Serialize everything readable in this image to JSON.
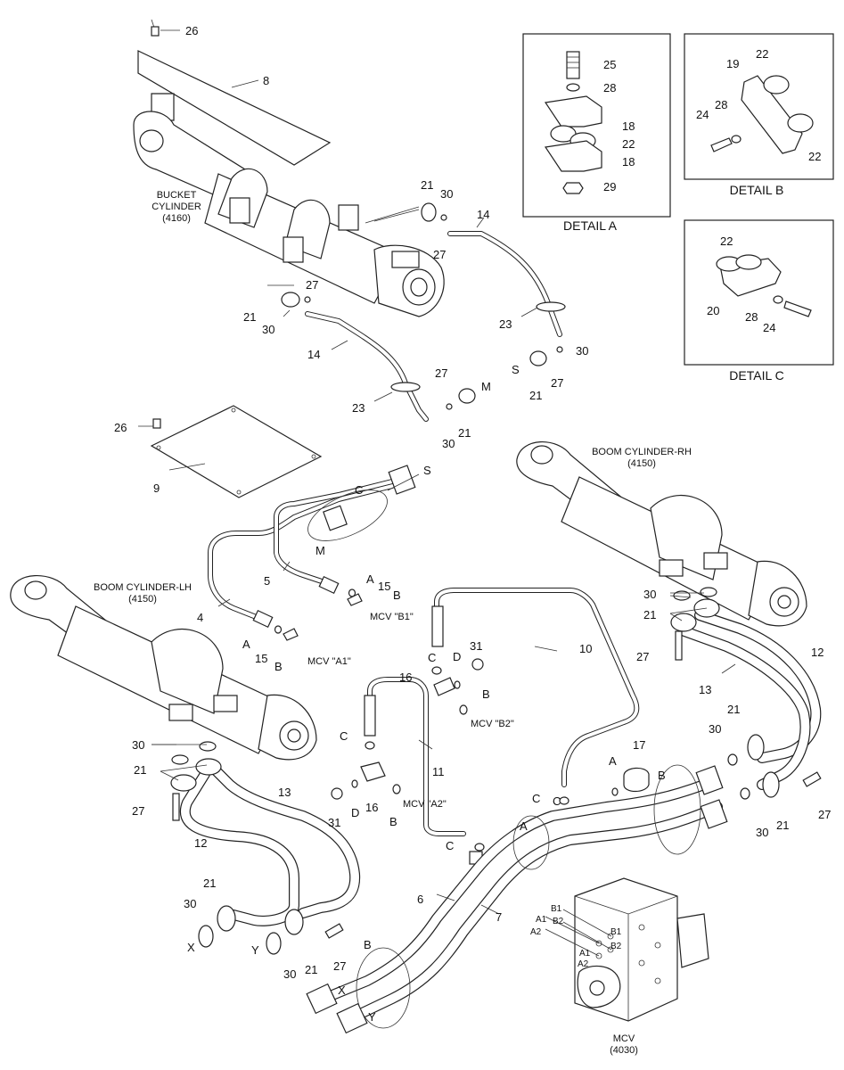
{
  "components": {
    "bucket_cylinder": [
      "BUCKET",
      "CYLINDER",
      "(4160)"
    ],
    "boom_cylinder_rh": [
      "BOOM CYLINDER-RH",
      "(4150)"
    ],
    "boom_cylinder_lh": [
      "BOOM CYLINDER-LH",
      "(4150)"
    ],
    "mcv": [
      "MCV",
      "(4030)"
    ]
  },
  "details": {
    "a": "DETAIL A",
    "b": "DETAIL B",
    "c": "DETAIL C"
  },
  "mcv_labels": {
    "b1": "MCV \"B1\"",
    "a1": "MCV \"A1\"",
    "b2": "MCV \"B2\"",
    "a2": "MCV \"A2\""
  },
  "port_labels": [
    "B1",
    "A1",
    "B2",
    "A2",
    "B1",
    "B2",
    "A1",
    "A2"
  ],
  "callouts": [
    "26",
    "8",
    "21",
    "30",
    "14",
    "27",
    "27",
    "21",
    "30",
    "14",
    "23",
    "23",
    "30",
    "27",
    "21",
    "S",
    "27",
    "M",
    "21",
    "30",
    "26",
    "9",
    "C",
    "S",
    "M",
    "5",
    "A",
    "15",
    "B",
    "4",
    "A",
    "15",
    "B",
    "10",
    "C",
    "D",
    "31",
    "16",
    "B",
    "C",
    "11",
    "D",
    "16",
    "B",
    "31",
    "C",
    "C",
    "30",
    "21",
    "27",
    "13",
    "12",
    "A",
    "17",
    "C",
    "B",
    "A",
    "21",
    "30",
    "21",
    "30",
    "27",
    "30",
    "21",
    "27",
    "13",
    "12",
    "21",
    "30",
    "X",
    "Y",
    "30",
    "21",
    "27",
    "6",
    "7",
    "B",
    "X",
    "Y",
    "25",
    "28",
    "18",
    "22",
    "18",
    "29",
    "22",
    "19",
    "28",
    "24",
    "22",
    "22",
    "20",
    "28",
    "24"
  ]
}
